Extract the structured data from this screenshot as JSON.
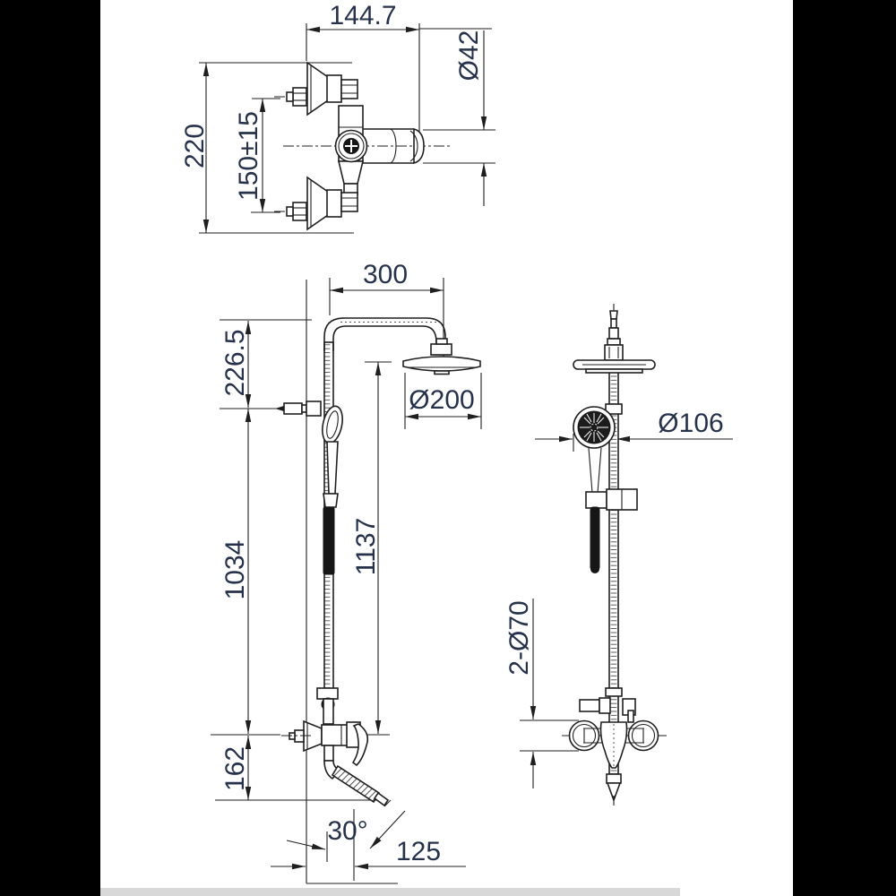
{
  "page": {
    "letterbox_color": "#000000",
    "canvas_color": "#ffffff",
    "line_color": "#1f1f1f",
    "dimension_text_color": "#26324a",
    "bottom_bar_color": "#d8d8d8"
  },
  "views": {
    "mixer": {
      "title": "wall-mixer side view",
      "dims": {
        "width": "144.7",
        "outlet_diameter": "Ø42",
        "height": "220",
        "union_spacing": "150±15"
      }
    },
    "column_side": {
      "title": "shower column side view",
      "dims": {
        "arm_reach": "300",
        "head_to_holder": "226.5",
        "head_diameter": "Ø200",
        "total_height": "1137",
        "holder_to_mixer": "1034",
        "mixer_to_spout": "162",
        "spout_angle": "30°",
        "spout_reach": "125"
      }
    },
    "column_front": {
      "title": "shower column front view",
      "dims": {
        "hand_shower_diameter": "Ø106",
        "escutcheon_diameter": "2-Ø70"
      }
    }
  }
}
